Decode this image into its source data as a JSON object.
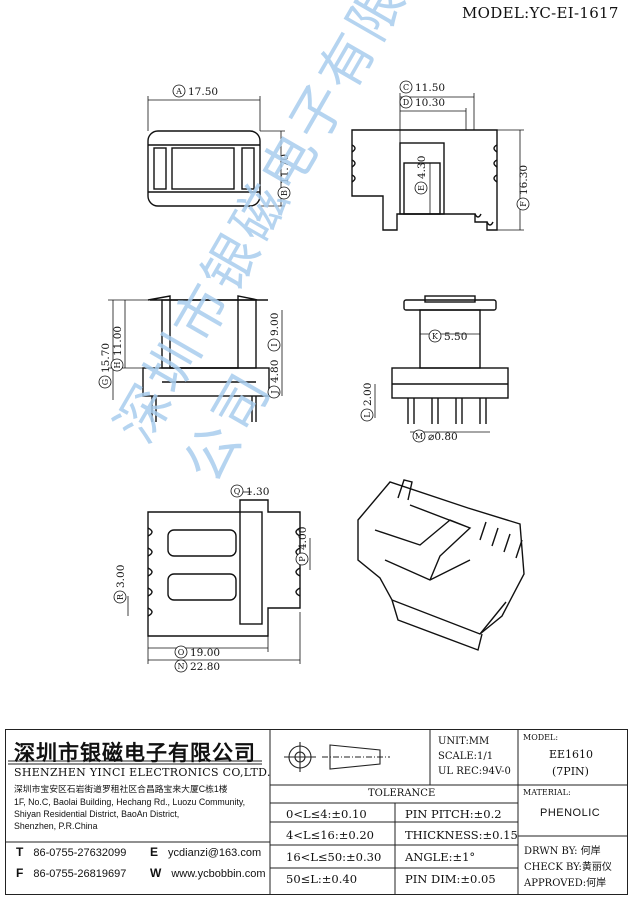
{
  "model_title": "MODEL:YC-EI-1617",
  "dimensions": [
    {
      "id": "A",
      "value": "17.50"
    },
    {
      "id": "B",
      "value": "11.70"
    },
    {
      "id": "C",
      "value": "11.50"
    },
    {
      "id": "D",
      "value": "10.30"
    },
    {
      "id": "E",
      "value": "4.30"
    },
    {
      "id": "F",
      "value": "16.30"
    },
    {
      "id": "G",
      "value": "15.70"
    },
    {
      "id": "H",
      "value": "11.00"
    },
    {
      "id": "I",
      "value": "9.00"
    },
    {
      "id": "J",
      "value": "4.80"
    },
    {
      "id": "K",
      "value": "5.50"
    },
    {
      "id": "L",
      "value": "2.00"
    },
    {
      "id": "M",
      "value": "⌀0.80"
    },
    {
      "id": "N",
      "value": "22.80"
    },
    {
      "id": "O",
      "value": "19.00"
    },
    {
      "id": "P",
      "value": "4.00"
    },
    {
      "id": "Q",
      "value": "1.30"
    },
    {
      "id": "R",
      "value": "3.00"
    }
  ],
  "watermark": "深圳市银磁电子有限公司",
  "company": {
    "name_cn": "深圳市银磁电子有限公司",
    "name_en": "SHENZHEN YINCI ELECTRONICS CO,LTD.",
    "address_cn": "深圳市宝安区石岩街道罗租社区合昌路宝来大厦C栋1楼",
    "address_en": [
      "1F, No.C, Baolai Building, Hechang Rd., Luozu Community,",
      "Shiyan Residential District, BaoAn District,",
      "Shenzhen, P.R.China"
    ],
    "tel_label": "T",
    "tel": "86-0755-27632099",
    "fax_label": "F",
    "fax": "86-0755-26819697",
    "email_label": "E",
    "email": "ycdianzi@163.com",
    "web_label": "W",
    "web": "www.ycbobbin.com"
  },
  "units": {
    "unit": "UNIT:MM",
    "scale": "SCALE:1/1",
    "ul": "UL REC:94V-0"
  },
  "model_box": {
    "label": "MODEL:",
    "value": "EE1610",
    "pins": "(7PIN)"
  },
  "tolerance": {
    "title": "TOLERANCE",
    "rows": [
      "0<L≤4:±0.10",
      "4<L≤16:±0.20",
      "16<L≤50:±0.30",
      "50≤L:±0.40"
    ],
    "rows_right": [
      "PIN PITCH:±0.2",
      "THICKNESS:±0.15",
      "ANGLE:±1°",
      "PIN DIM:±0.05"
    ]
  },
  "material": {
    "label": "MATERIAL:",
    "value": "PHENOLIC"
  },
  "approvals": {
    "drawn": "DRWN BY: 何岸",
    "check": "CHECK BY:黄丽仪",
    "approved": "APPROVED:何岸"
  }
}
